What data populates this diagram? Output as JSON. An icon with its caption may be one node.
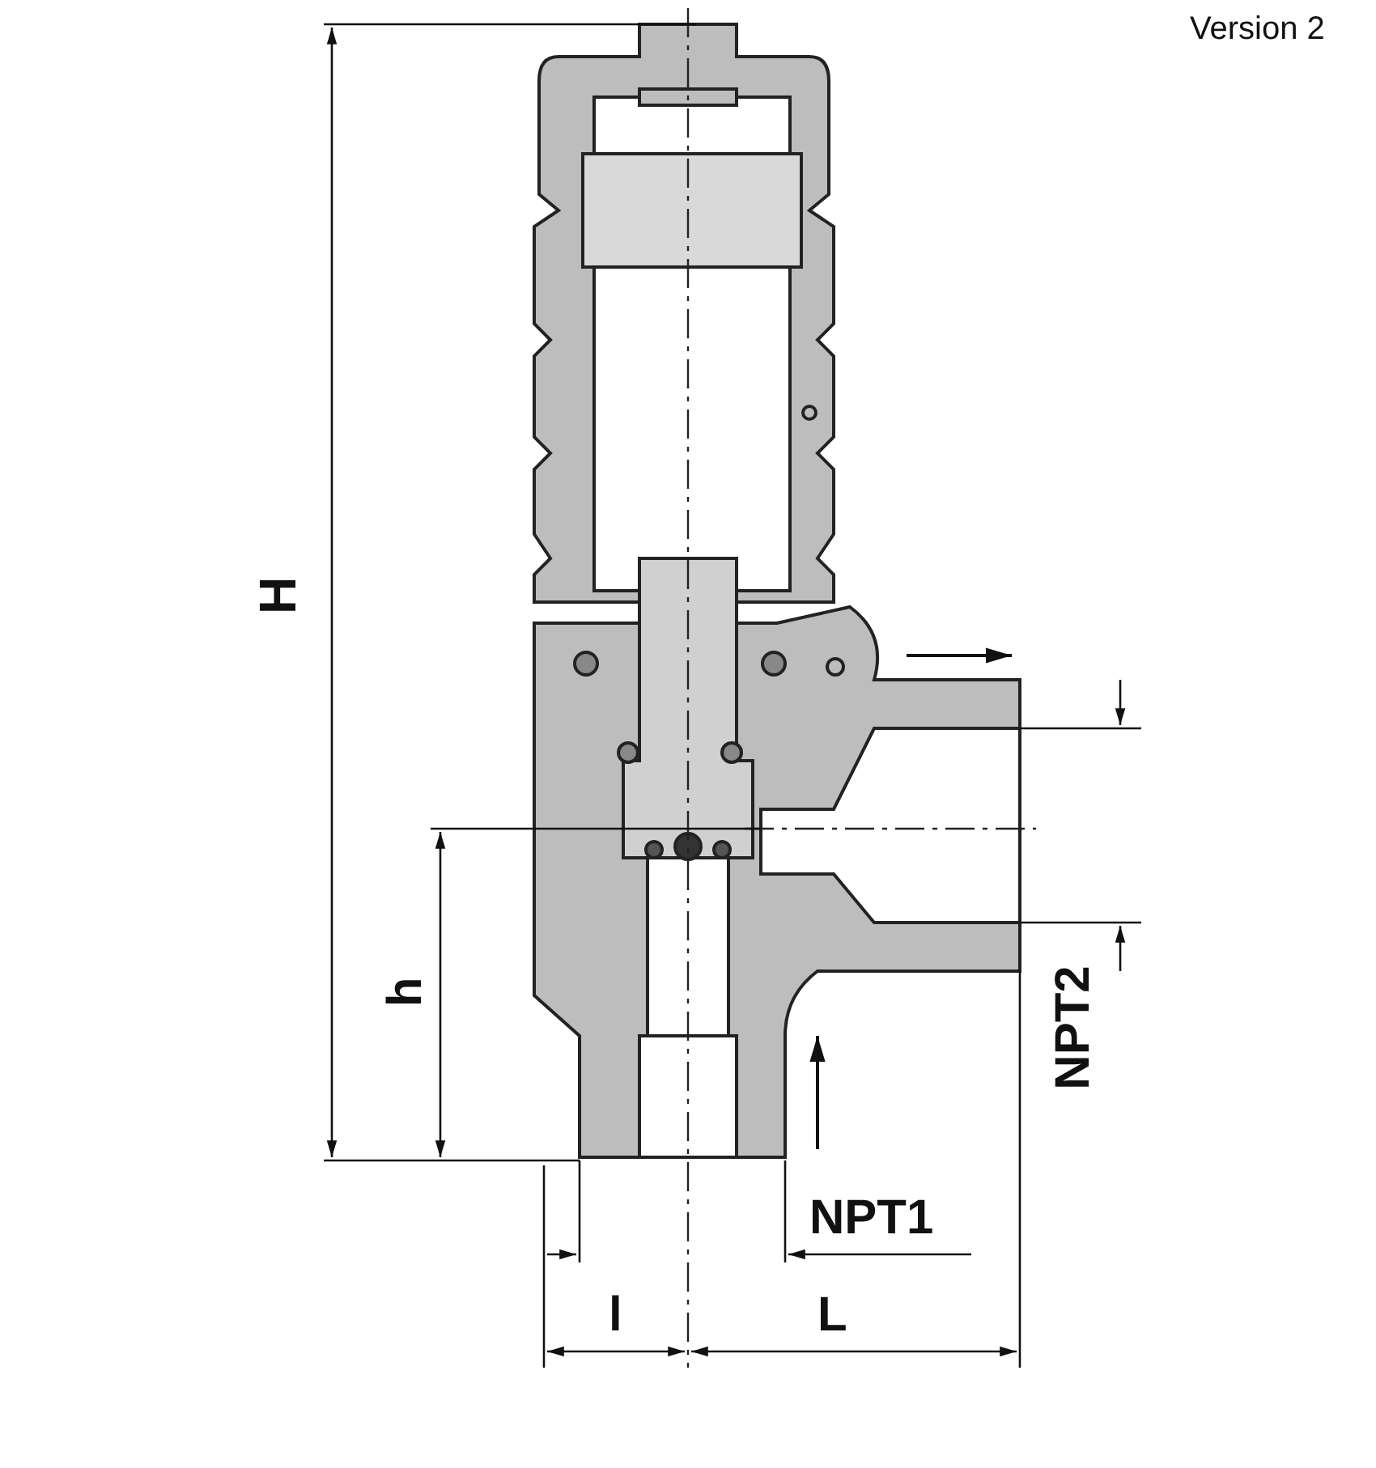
{
  "diagram": {
    "labels": [
      "Version 2",
      "H",
      "h",
      "NPT2",
      "NPT1",
      "l",
      "L"
    ]
  }
}
